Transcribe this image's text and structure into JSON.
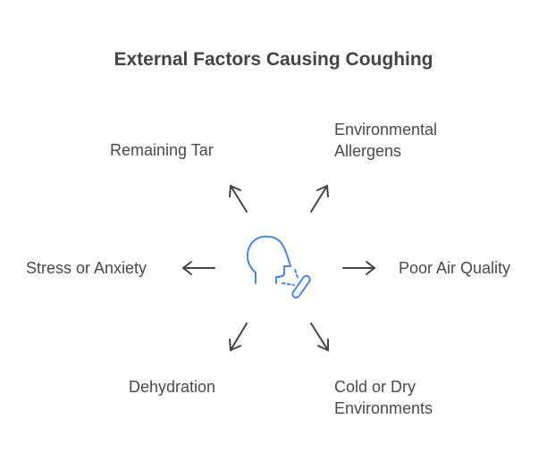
{
  "title": "External Factors Causing Coughing",
  "center_icon": "coughing-head-icon",
  "factors": [
    {
      "label": "Remaining Tar"
    },
    {
      "label": "Environmental Allergens"
    },
    {
      "label": "Stress or Anxiety"
    },
    {
      "label": "Poor Air Quality"
    },
    {
      "label": "Dehydration"
    },
    {
      "label": "Cold or Dry Environments"
    }
  ],
  "colors": {
    "icon": "#4a86e8",
    "arrow": "#444444",
    "text": "#4a4a4a"
  }
}
